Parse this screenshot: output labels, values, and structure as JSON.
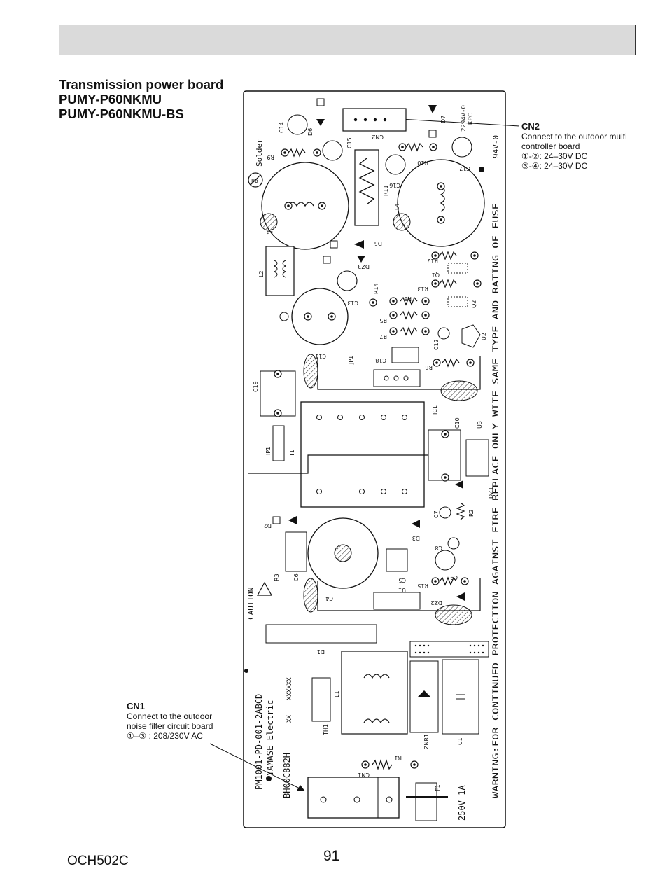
{
  "header": {
    "band_color": "#dadada"
  },
  "title": {
    "line1": "Transmission power board",
    "line2": "PUMY-P60NKMU",
    "line3": "PUMY-P60NKMU-BS"
  },
  "callouts": {
    "cn2": {
      "title": "CN2",
      "line1": "Connect to the outdoor multi",
      "line2": "controller board",
      "line3": "①-②: 24–30V DC",
      "line4": "③-④: 24–30V DC"
    },
    "cn1": {
      "title": "CN1",
      "line1": "Connect to the outdoor",
      "line2": "noise filter circuit board",
      "line3": "①–③ : 208/230V AC"
    }
  },
  "board": {
    "warning": "WARNING:FOR CONTINUED PROTECTION AGAINST FIRE REPLACE ONLY WITE SAME TYPE AND RATING OF FUSE",
    "part_number": "PM1001-PD-001-2ABCD",
    "maker": "YAMASE Electric",
    "model": "BH00C882H",
    "fuse_rating": "250V 1A",
    "solder_mark": "Solder",
    "lead_free": "Pb",
    "caution": "CAUTION",
    "rating_code": "94V-0",
    "date_code": "2294V-0",
    "ul_mark": "KPC",
    "lot_code": "XX",
    "serial": "XXXXXX",
    "components": {
      "cn1": "CN1",
      "cn2": "CN2",
      "c1": "C1",
      "c4": "C4",
      "c5": "C5",
      "c6": "C6",
      "c7": "C7",
      "c8": "C8",
      "c9": "C9",
      "c10": "C10",
      "c11": "C11",
      "c12": "C12",
      "c13": "C13",
      "c14": "C14",
      "c15": "C15",
      "c16": "C16",
      "c17": "C17",
      "c18": "C18",
      "c19": "C19",
      "r1": "R1",
      "r2": "R2",
      "r3": "R3",
      "r5": "R5",
      "r6": "R6",
      "r7": "R7",
      "r8": "R8",
      "r9": "R9",
      "r10": "R10",
      "r11": "R11",
      "r12": "R12",
      "r13": "R13",
      "r14": "R14",
      "r15": "R15",
      "l1": "L1",
      "l2": "L2",
      "l3": "L3",
      "l4": "L4",
      "d1": "D1",
      "d2": "D2",
      "d3": "D3",
      "d5": "D5",
      "d6": "D6",
      "d7": "D7",
      "dz1": "DZ1",
      "dz2": "DZ2",
      "dz3": "DZ3",
      "q1": "Q1",
      "q2": "Q2",
      "u1": "U1",
      "u2": "U2",
      "u3": "U3",
      "t1": "T1",
      "th1": "TH1",
      "jp1": "JP1",
      "znr1": "ZNR1",
      "f1": "F1",
      "ic1": "IC1",
      "ip1": "IP1"
    }
  },
  "footer": {
    "code": "OCH502C",
    "page": "91"
  }
}
